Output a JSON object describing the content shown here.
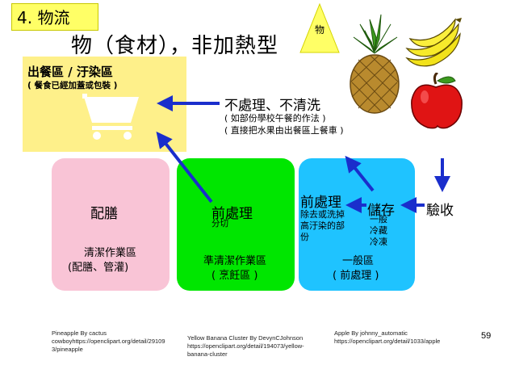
{
  "section_tag": "4. 物流",
  "title": "物（食材），非加熱型",
  "triangle_label": "物",
  "pickup_zone": {
    "title": "出餐區 / 汙染區",
    "subtitle": "( 餐食已經加蓋或包裝 )"
  },
  "note": {
    "main": "不處理、不清洗",
    "line1": "( 如部份學校午餐的作法 )",
    "line2": "( 直接把水果由出餐區上餐車 )"
  },
  "zones": {
    "clean": {
      "head": "配膳",
      "name": "清潔作業區",
      "sub": "(配膳、管灌)",
      "color": "#f9c4d6"
    },
    "quasi_clean": {
      "head": "前處理",
      "desc": "分切",
      "name": "準清潔作業區",
      "sub": "( 烹飪區 )",
      "color": "#00e600"
    },
    "general": {
      "head": "前處理",
      "desc": "除去或洗掉高汙染的部份",
      "store_head": "儲存",
      "store_desc": "一般冷藏冷凍",
      "name": "一般區",
      "sub": "( 前處理 )",
      "color": "#1fc3ff"
    }
  },
  "receive": "驗收",
  "credits": {
    "pineapple": "Pineapple By  cactus cowboyhttps://openclipart.org/detail/29109 3/pineapple",
    "banana": "Yellow Banana Cluster By DevynCJohnson https://openclipart.org/detail/194073/yellow-banana-cluster",
    "apple": "Apple By     johnny_automatic https://openclipart.org/detail/1033/apple"
  },
  "page_number": "59",
  "colors": {
    "arrow": "#1a2ecc",
    "highlight": "#fef08a",
    "tag": "#ffff66"
  },
  "icons": [
    "shopping-cart-icon",
    "pineapple-icon",
    "banana-icon",
    "apple-icon"
  ]
}
